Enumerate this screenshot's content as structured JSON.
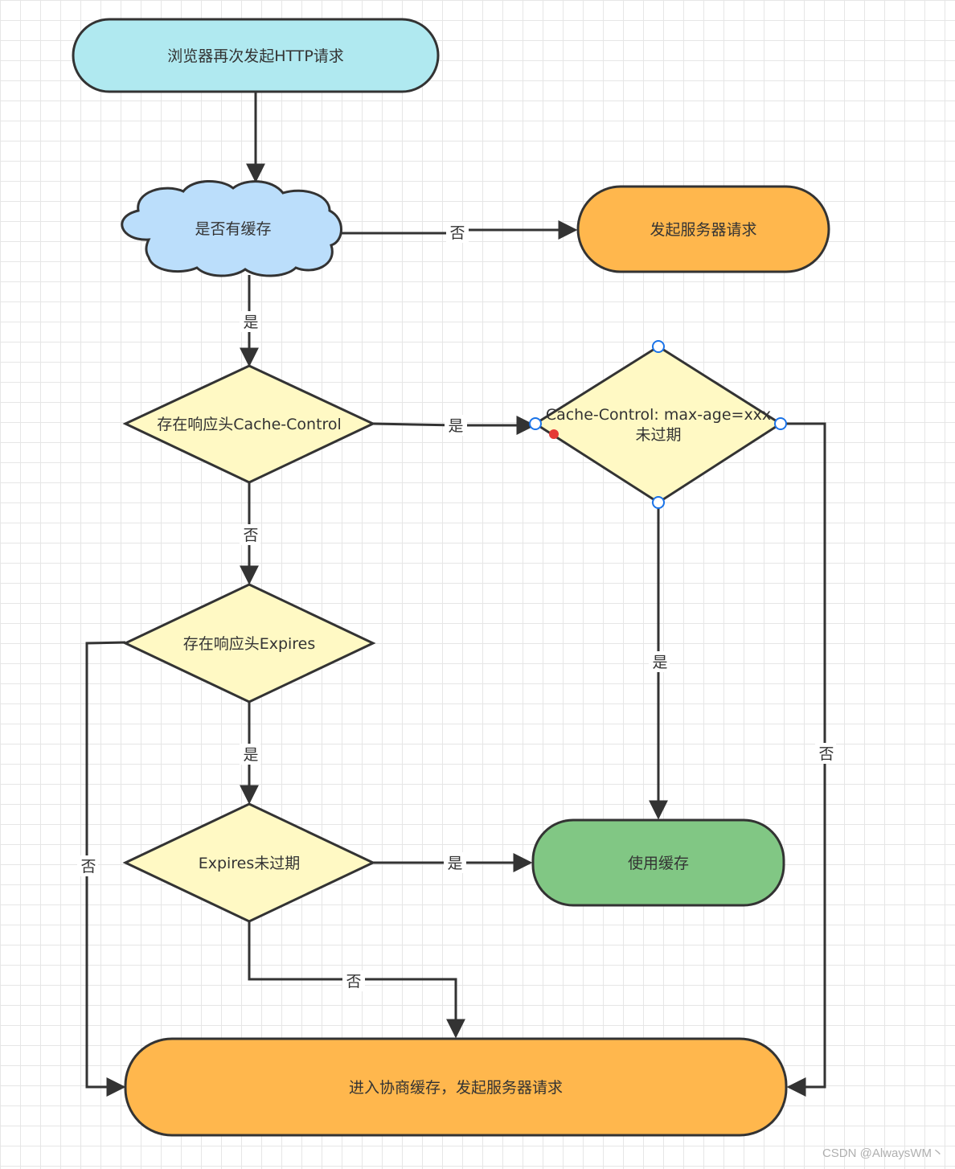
{
  "nodes": {
    "start": "浏览器再次发起HTTP请求",
    "has_cache": "是否有缓存",
    "server_request": "发起服务器请求",
    "has_cache_control": "存在响应头Cache-Control",
    "cache_control_check_line1": "Cache-Control: max-age=xxx",
    "cache_control_check_line2": "未过期",
    "has_expires": "存在响应头Expires",
    "expires_check": "Expires未过期",
    "use_cache": "使用缓存",
    "negotiate": "进入协商缓存，发起服务器请求"
  },
  "edges": {
    "has_cache_no": "否",
    "has_cache_yes": "是",
    "cache_control_yes": "是",
    "cache_control_no": "否",
    "cc_valid_yes": "是",
    "cc_valid_no": "否",
    "expires_present_yes": "是",
    "expires_present_no": "否",
    "expires_valid_yes": "是",
    "expires_valid_no": "否"
  },
  "colors": {
    "start_fill": "#b0e9f0",
    "cloud_fill": "#bbdefb",
    "decision_fill": "#fff9c4",
    "server_fill": "#ffb74d",
    "use_cache_fill": "#81c784",
    "negotiate_fill": "#ffb74d",
    "stroke": "#333333",
    "handle_stroke": "#1a73e8",
    "handle_red": "#e53935"
  },
  "watermark": "CSDN @AlwaysWM丶"
}
